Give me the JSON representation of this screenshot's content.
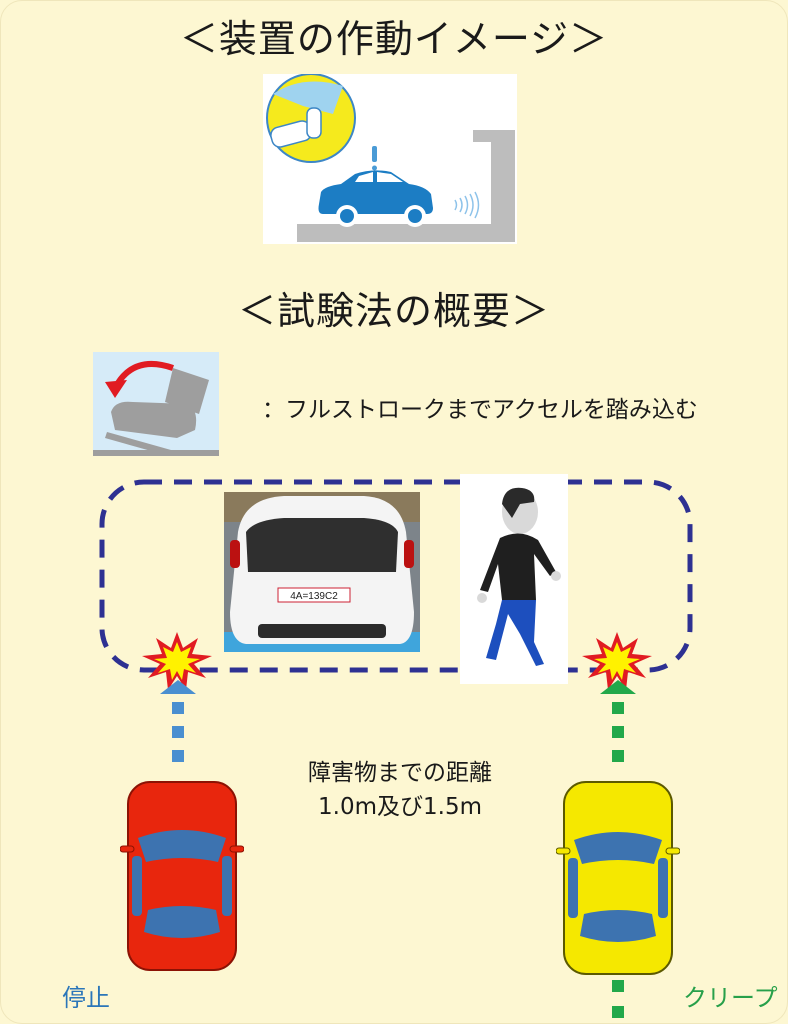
{
  "titles": {
    "device_operation": "＜装置の作動イメージ＞",
    "test_overview": "＜試験法の概要＞"
  },
  "instructions": {
    "pedal": "：フルストロークまでアクセルを踏み込む"
  },
  "obstacles": {
    "vehicle_plate": "4A=139C2"
  },
  "distance": {
    "line1": "障害物までの距離",
    "line2": "1.0m及び1.5m"
  },
  "labels": {
    "stop": "停止",
    "creep": "クリープ"
  },
  "colors": {
    "background": "#fdf7d2",
    "dashed_box": "#2e3192",
    "stop_blue": "#2b76b9",
    "creep_green": "#27a04a",
    "car_blue": "#1c7dc4",
    "red_car": "#e8260d",
    "yellow_car": "#f5e800"
  }
}
